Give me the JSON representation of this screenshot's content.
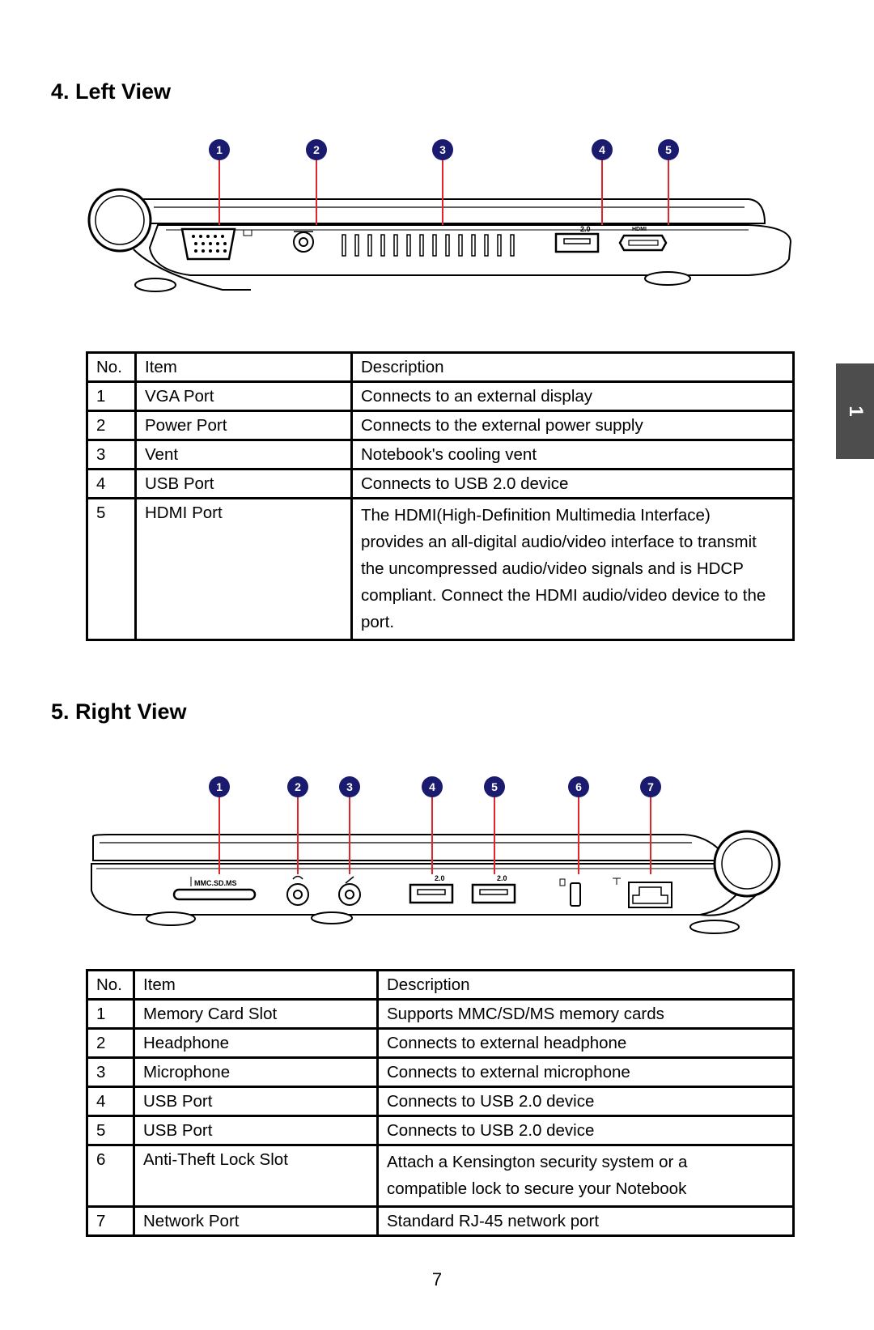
{
  "left_view": {
    "heading": "4. Left View",
    "callouts": [
      "1",
      "2",
      "3",
      "4",
      "5"
    ],
    "port_labels": {
      "usb": "2.0",
      "hdmi": "HDMI"
    },
    "table": {
      "headers": [
        "No.",
        "Item",
        "Description"
      ],
      "rows": [
        {
          "no": "1",
          "item": "VGA Port",
          "desc": "Connects to an external display"
        },
        {
          "no": "2",
          "item": "Power Port",
          "desc": "Connects to the external power supply"
        },
        {
          "no": "3",
          "item": "Vent",
          "desc": "Notebook's cooling vent"
        },
        {
          "no": "4",
          "item": "USB Port",
          "desc": "Connects to USB 2.0 device"
        },
        {
          "no": "5",
          "item": "HDMI Port",
          "desc": "The HDMI(High-Definition Multimedia Interface) provides an all-digital audio/video interface to transmit the uncompressed audio/video signals and is HDCP compliant. Connect the HDMI audio/video device to the port."
        }
      ]
    }
  },
  "right_view": {
    "heading": "5. Right View",
    "callouts": [
      "1",
      "2",
      "3",
      "4",
      "5",
      "6",
      "7"
    ],
    "port_labels": {
      "card": "MMC.SD.MS",
      "usb1": "2.0",
      "usb2": "2.0"
    },
    "table": {
      "headers": [
        "No.",
        "Item",
        "Description"
      ],
      "rows": [
        {
          "no": "1",
          "item": "Memory Card Slot",
          "desc": "Supports MMC/SD/MS memory cards"
        },
        {
          "no": "2",
          "item": "Headphone",
          "desc": "Connects to external headphone"
        },
        {
          "no": "3",
          "item": "Microphone",
          "desc": "Connects to external microphone"
        },
        {
          "no": "4",
          "item": "USB Port",
          "desc": "Connects to USB 2.0 device"
        },
        {
          "no": "5",
          "item": "USB Port",
          "desc": "Connects to USB 2.0 device"
        },
        {
          "no": "6",
          "item": "Anti-Theft Lock Slot",
          "desc": "Attach a Kensington security system or a compatible lock to secure your Notebook"
        },
        {
          "no": "7",
          "item": "Network Port",
          "desc": "Standard RJ-45 network port"
        }
      ]
    }
  },
  "side_tab": "1",
  "page_number": "7",
  "colors": {
    "callout": "#1a1a6e",
    "leader": "#e0262a",
    "tab": "#4d4d4d"
  }
}
